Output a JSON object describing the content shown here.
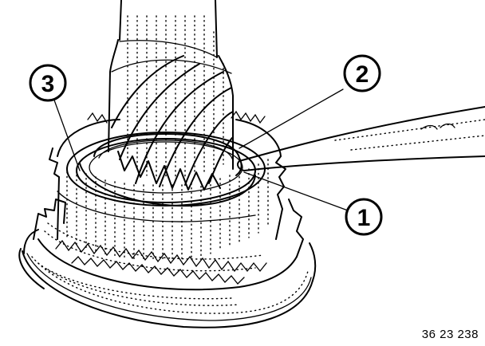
{
  "callouts": [
    {
      "label": "3"
    },
    {
      "label": "2"
    },
    {
      "label": "1"
    }
  ],
  "reference_number": "36 23 238",
  "colors": {
    "ink": "#000000",
    "background": "#ffffff"
  }
}
